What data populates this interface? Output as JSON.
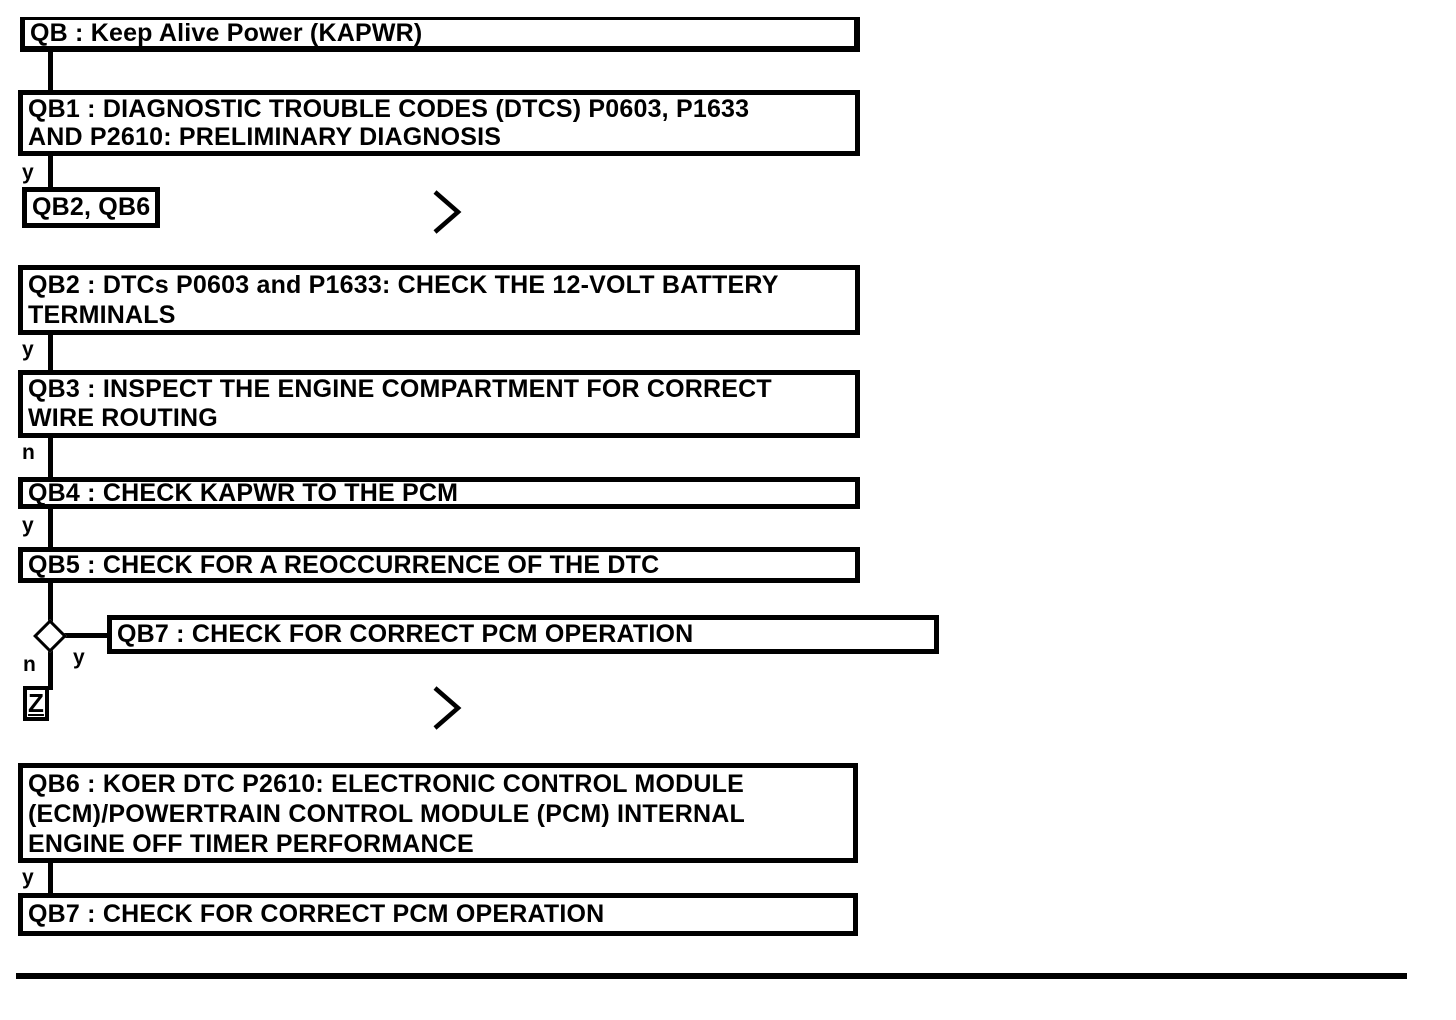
{
  "page": {
    "background_color": "#ffffff",
    "ink_color": "#000000"
  },
  "flowchart": {
    "branch_labels": {
      "yes": "y",
      "no": "n"
    },
    "nodes": {
      "qb": {
        "label": "QB : Keep Alive Power (KAPWR)"
      },
      "qb1": {
        "lines": [
          "QB1 : DIAGNOSTIC TROUBLE CODES (DTCS) P0603, P1633",
          "AND P2610: PRELIMINARY DIAGNOSIS"
        ]
      },
      "qb2_qb6_ref": {
        "label": "QB2, QB6"
      },
      "qb2": {
        "lines": [
          "QB2 : DTCs P0603 and P1633: CHECK THE 12-VOLT BATTERY",
          "TERMINALS"
        ]
      },
      "qb3": {
        "lines": [
          "QB3 : INSPECT THE ENGINE COMPARTMENT FOR CORRECT",
          "WIRE ROUTING"
        ]
      },
      "qb4": {
        "label": "QB4 : CHECK KAPWR TO THE PCM"
      },
      "qb5": {
        "label": "QB5 : CHECK FOR A REOCCURRENCE OF THE DTC"
      },
      "qb7_branch": {
        "label": "QB7 : CHECK FOR CORRECT PCM OPERATION"
      },
      "z_ref": {
        "label": "Z"
      },
      "qb6": {
        "lines": [
          "QB6 : KOER DTC P2610: ELECTRONIC CONTROL MODULE",
          "(ECM)/POWERTRAIN CONTROL MODULE (PCM) INTERNAL",
          "ENGINE OFF TIMER PERFORMANCE"
        ]
      },
      "qb7": {
        "label": "QB7 : CHECK FOR CORRECT PCM OPERATION"
      }
    }
  }
}
